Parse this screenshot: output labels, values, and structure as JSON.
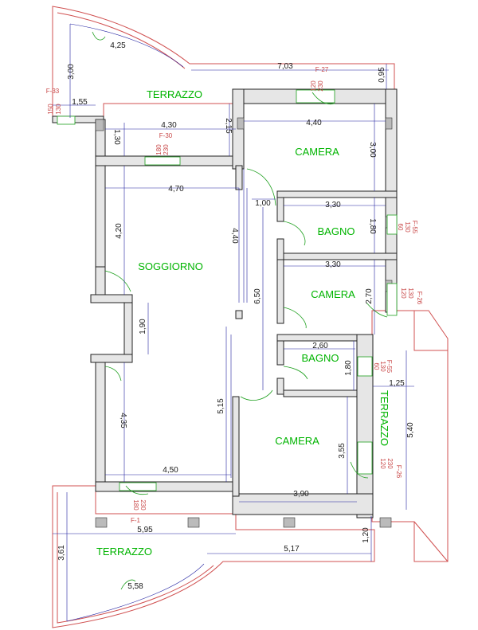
{
  "rooms": {
    "terrazzo_top": "TERRAZZO",
    "camera_1": "CAMERA",
    "bagno_1": "BAGNO",
    "soggiorno": "SOGGIORNO",
    "camera_2": "CAMERA",
    "bagno_2": "BAGNO",
    "camera_3": "CAMERA",
    "terrazzo_right": "TERRAZZO",
    "terrazzo_bottom": "TERRAZZO"
  },
  "dimensions": {
    "d_4_25": "4,25",
    "d_3_00_a": "3,00",
    "d_7_03": "7,03",
    "d_0_95": "0,95",
    "d_1_55": "1,55",
    "d_4_30": "4,30",
    "d_2_15": "2,15",
    "d_1_30": "1,30",
    "d_4_40_h": "4,40",
    "d_3_00_b": "3,00",
    "d_4_70": "4,70",
    "d_1_00": "1,00",
    "d_3_30_a": "3,30",
    "d_1_80_a": "1,80",
    "d_4_20": "4,20",
    "d_4_40_v": "4,40",
    "d_3_30_b": "3,30",
    "d_6_50": "6,50",
    "d_2_70": "2,70",
    "d_1_90": "1,90",
    "d_2_60": "2,60",
    "d_1_80_b": "1,80",
    "d_1_25": "1,25",
    "d_5_40": "5,40",
    "d_4_35": "4,35",
    "d_5_15": "5,15",
    "d_3_55": "3,55",
    "d_4_50": "4,50",
    "d_3_90": "3,90",
    "d_5_95": "5,95",
    "d_3_61": "3,61",
    "d_5_17": "5,17",
    "d_1_20": "1,20",
    "d_5_58": "5,58"
  },
  "fixtures": {
    "f27": "F-27",
    "f27_size_a": "120",
    "f27_size_b": "230",
    "f33": "F-33",
    "f33_size_a": "150",
    "f33_size_b": "130",
    "f30": "F-30",
    "f30_size_a": "180",
    "f30_size_b": "230",
    "f55_a": "F-55",
    "f55_a_size_a": "60",
    "f55_a_size_b": "130",
    "f26_a": "F-26",
    "f26_a_size_a": "120",
    "f26_a_size_b": "130",
    "f55_b": "F-55",
    "f55_b_size_a": "60",
    "f55_b_size_b": "130",
    "f26_b": "F-26",
    "f26_b_size_a": "120",
    "f26_b_size_b": "230",
    "f1": "F-1",
    "f1_size_a": "180",
    "f1_size_b": "230"
  },
  "colors": {
    "room_label": "#00b400",
    "dimension": "#1a1a1a",
    "fixture_tag": "#c84646",
    "terrace_outline": "#d05050",
    "wall_fill": "#e6e6e6"
  }
}
